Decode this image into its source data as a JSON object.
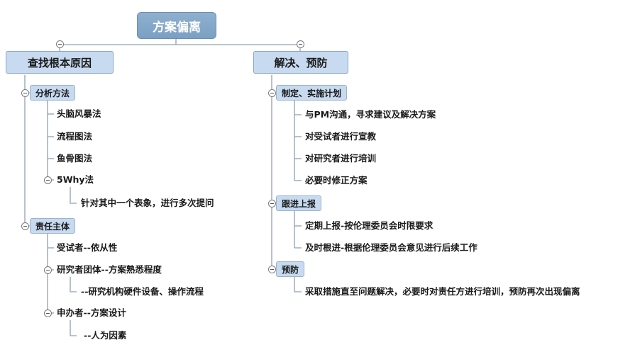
{
  "root": "方案偏离",
  "left": {
    "title": "查找根本原因",
    "groups": [
      {
        "title": "分析方法",
        "items": [
          "头脑风暴法",
          "流程图法",
          "鱼骨图法",
          "5Why法"
        ],
        "five_why_detail": "针对其中一个表象，进行多次提问"
      },
      {
        "title": "责任主体",
        "items": [
          "受试者--依从性",
          "研究者团体--方案熟悉程度",
          "申办者--方案设计"
        ],
        "investigator_detail": "--研究机构硬件设备、操作流程",
        "sponsor_detail": "--人为因素"
      }
    ]
  },
  "right": {
    "title": "解决、预防",
    "groups": [
      {
        "title": "制定、实施计划",
        "items": [
          "与PM沟通，寻求建议及解决方案",
          "对受试者进行宣教",
          "对研究者进行培训",
          "必要时修正方案"
        ]
      },
      {
        "title": "跟进上报",
        "items": [
          "定期上报-按伦理委员会时限要求",
          "及时根进-根据伦理委员会意见进行后续工作"
        ]
      },
      {
        "title": "预防",
        "items": [
          "采取措施直至问题解决，必要时对责任方进行培训，预防再次出现偏离"
        ]
      }
    ]
  }
}
